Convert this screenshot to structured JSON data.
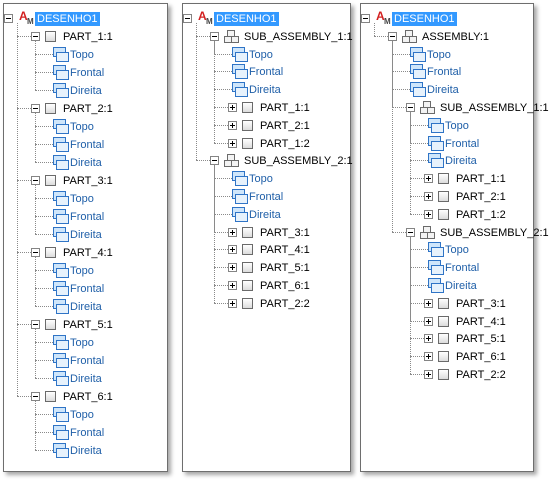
{
  "panels": [
    {
      "id": "p1",
      "tree": [
        {
          "label": "DESENHO1",
          "kind": "root",
          "selected": true
        },
        {
          "label": "PART_1:1",
          "kind": "part",
          "expander": "minus"
        },
        {
          "label": "Topo",
          "kind": "view"
        },
        {
          "label": "Frontal",
          "kind": "view"
        },
        {
          "label": "Direita",
          "kind": "view"
        },
        {
          "label": "PART_2:1",
          "kind": "part",
          "expander": "minus"
        },
        {
          "label": "Topo",
          "kind": "view"
        },
        {
          "label": "Frontal",
          "kind": "view"
        },
        {
          "label": "Direita",
          "kind": "view"
        },
        {
          "label": "PART_3:1",
          "kind": "part",
          "expander": "minus"
        },
        {
          "label": "Topo",
          "kind": "view"
        },
        {
          "label": "Frontal",
          "kind": "view"
        },
        {
          "label": "Direita",
          "kind": "view"
        },
        {
          "label": "PART_4:1",
          "kind": "part",
          "expander": "minus"
        },
        {
          "label": "Topo",
          "kind": "view"
        },
        {
          "label": "Frontal",
          "kind": "view"
        },
        {
          "label": "Direita",
          "kind": "view"
        },
        {
          "label": "PART_5:1",
          "kind": "part",
          "expander": "minus"
        },
        {
          "label": "Topo",
          "kind": "view"
        },
        {
          "label": "Frontal",
          "kind": "view"
        },
        {
          "label": "Direita",
          "kind": "view"
        },
        {
          "label": "PART_6:1",
          "kind": "part",
          "expander": "minus"
        },
        {
          "label": "Topo",
          "kind": "view"
        },
        {
          "label": "Frontal",
          "kind": "view"
        },
        {
          "label": "Direita",
          "kind": "view"
        }
      ]
    },
    {
      "id": "p2",
      "tree": [
        {
          "label": "DESENHO1",
          "kind": "root",
          "selected": true
        },
        {
          "label": "SUB_ASSEMBLY_1:1",
          "kind": "asm",
          "expander": "minus"
        },
        {
          "label": "Topo",
          "kind": "view"
        },
        {
          "label": "Frontal",
          "kind": "view"
        },
        {
          "label": "Direita",
          "kind": "view"
        },
        {
          "label": "PART_1:1",
          "kind": "part",
          "expander": "plus"
        },
        {
          "label": "PART_2:1",
          "kind": "part",
          "expander": "plus"
        },
        {
          "label": "PART_1:2",
          "kind": "part",
          "expander": "plus"
        },
        {
          "label": "SUB_ASSEMBLY_2:1",
          "kind": "asm",
          "expander": "minus"
        },
        {
          "label": "Topo",
          "kind": "view"
        },
        {
          "label": "Frontal",
          "kind": "view"
        },
        {
          "label": "Direita",
          "kind": "view"
        },
        {
          "label": "PART_3:1",
          "kind": "part",
          "expander": "plus"
        },
        {
          "label": "PART_4:1",
          "kind": "part",
          "expander": "plus"
        },
        {
          "label": "PART_5:1",
          "kind": "part",
          "expander": "plus"
        },
        {
          "label": "PART_6:1",
          "kind": "part",
          "expander": "plus"
        },
        {
          "label": "PART_2:2",
          "kind": "part",
          "expander": "plus"
        }
      ]
    },
    {
      "id": "p3",
      "tree": [
        {
          "label": "DESENHO1",
          "kind": "root",
          "selected": true
        },
        {
          "label": "ASSEMBLY:1",
          "kind": "asm",
          "expander": "minus"
        },
        {
          "label": "Topo",
          "kind": "view"
        },
        {
          "label": "Frontal",
          "kind": "view"
        },
        {
          "label": "Direita",
          "kind": "view"
        },
        {
          "label": "SUB_ASSEMBLY_1:1",
          "kind": "asm",
          "expander": "minus"
        },
        {
          "label": "Topo",
          "kind": "view"
        },
        {
          "label": "Frontal",
          "kind": "view"
        },
        {
          "label": "Direita",
          "kind": "view"
        },
        {
          "label": "PART_1:1",
          "kind": "part",
          "expander": "plus"
        },
        {
          "label": "PART_2:1",
          "kind": "part",
          "expander": "plus"
        },
        {
          "label": "PART_1:2",
          "kind": "part",
          "expander": "plus"
        },
        {
          "label": "SUB_ASSEMBLY_2:1",
          "kind": "asm",
          "expander": "minus"
        },
        {
          "label": "Topo",
          "kind": "view"
        },
        {
          "label": "Frontal",
          "kind": "view"
        },
        {
          "label": "Direita",
          "kind": "view"
        },
        {
          "label": "PART_3:1",
          "kind": "part",
          "expander": "plus"
        },
        {
          "label": "PART_4:1",
          "kind": "part",
          "expander": "plus"
        },
        {
          "label": "PART_5:1",
          "kind": "part",
          "expander": "plus"
        },
        {
          "label": "PART_6:1",
          "kind": "part",
          "expander": "plus"
        },
        {
          "label": "PART_2:2",
          "kind": "part",
          "expander": "plus"
        }
      ]
    }
  ]
}
